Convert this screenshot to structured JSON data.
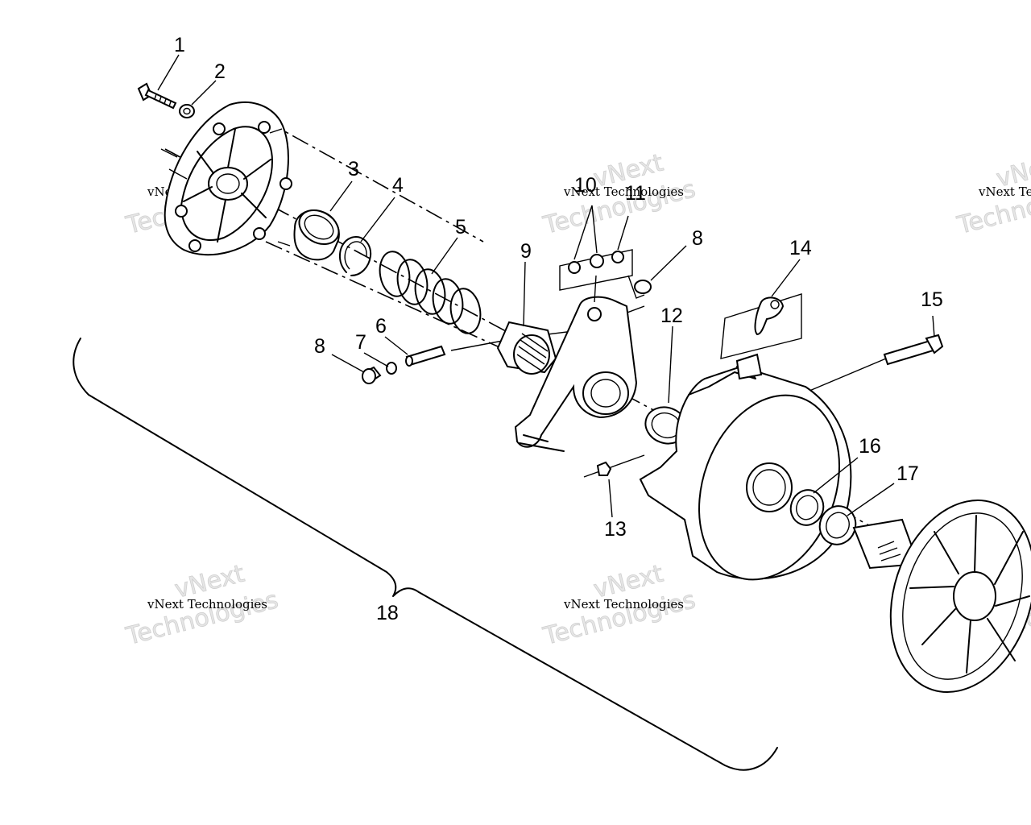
{
  "callouts": [
    "1",
    "2",
    "3",
    "4",
    "5",
    "6",
    "7",
    "8",
    "9",
    "10",
    "11",
    "8",
    "12",
    "13",
    "14",
    "15",
    "16",
    "17",
    "18"
  ],
  "watermark": {
    "company": "vNext",
    "line1": "vNext Technologies",
    "line2": "Technologies"
  }
}
